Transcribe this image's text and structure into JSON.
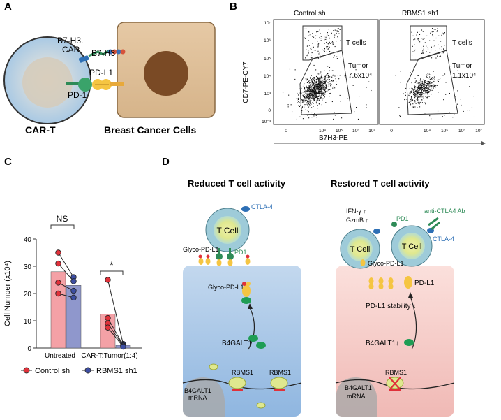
{
  "panels": {
    "a": "A",
    "b": "B",
    "c": "C",
    "d": "D"
  },
  "panel_a": {
    "car_label_1": "B7-H3.",
    "car_label_2": "CAR",
    "b7h3": "B7-H3",
    "pdl1": "PD-L1",
    "pd1": "PD-1",
    "cart": "CAR-T",
    "breast": "Breast Cancer Cells"
  },
  "panel_b": {
    "titles": [
      "Control sh",
      "RBMS1 sh1"
    ],
    "ylabel": "CD7-PE-CY7",
    "xlabel": "B7H3-PE",
    "y_ticks": [
      "10⁷",
      "10⁶",
      "10⁵",
      "10⁴",
      "10³",
      "0",
      "10⁻³"
    ],
    "x_ticks_left": [
      "0",
      "10⁴",
      "10⁵",
      "10⁶",
      "10⁷"
    ],
    "x_ticks_right": [
      "0",
      "10⁴",
      "10⁵",
      "10⁶",
      "10⁷"
    ],
    "gate_t": "T cells",
    "tumor": "Tumor",
    "control_count": "7.6x10⁴",
    "rbms_count": "1.1x10⁴"
  },
  "chart_data": {
    "type": "bar",
    "categories": [
      "Untreated",
      "CAR-T:Tumor(1:4)"
    ],
    "series": [
      {
        "name": "Control sh",
        "values": [
          28,
          12.5
        ],
        "color": "#f4a1a6",
        "points": [
          35,
          31,
          24,
          20
        ]
      },
      {
        "name": "RBMS1 sh1",
        "values": [
          23,
          1
        ],
        "color": "#8f97cc",
        "points": [
          26,
          24.5,
          21,
          18.5
        ]
      }
    ],
    "points_treated": {
      "control": [
        25,
        11,
        9,
        7.5
      ],
      "rbms": [
        1.5,
        1,
        0.8,
        0.5
      ]
    },
    "ylabel": "Cell Number (x10⁴)",
    "ylim": [
      0,
      40
    ],
    "yticks": [
      "0",
      "10",
      "20",
      "30",
      "40"
    ],
    "sig": [
      "NS",
      "*"
    ],
    "grid": false
  },
  "panel_d": {
    "left_title": "Reduced T cell activity",
    "right_title": "Restored T cell activity",
    "tcell": "T Cell",
    "ctla4": "CTLA-4",
    "glyco_pdl1": "Glyco-PD-L1",
    "pd1": "PD1",
    "b4galt1": "B4GALT1",
    "rbms1": "RBMS1",
    "mrna": "mRNA",
    "ifn": "IFN-γ ↑",
    "gzmb": "GzmB ↑",
    "anti_ctla4": "anti-CTLA4  Ab",
    "pdl1": "PD-L1",
    "stability": "PD-L1 stability ↓",
    "b4galt1_down": "B4GALT1↓"
  },
  "legend": [
    "Control sh",
    "RBMS1 sh1"
  ]
}
